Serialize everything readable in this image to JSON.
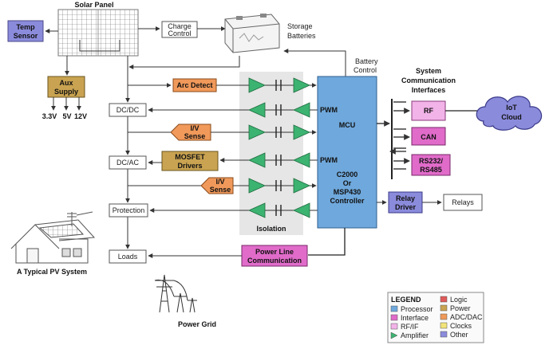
{
  "labels": {
    "solar_panel": "Solar Panel",
    "temp_sensor_1": "Temp",
    "temp_sensor_2": "Sensor",
    "charge_control_1": "Charge",
    "charge_control_2": "Control",
    "storage_1": "Storage",
    "storage_2": "Batteries",
    "battery_control_1": "Battery",
    "battery_control_2": "Control",
    "aux_1": "Aux",
    "aux_2": "Supply",
    "v1": "3.3V",
    "v2": "5V",
    "v3": "12V",
    "arc_detect": "Arc Detect",
    "dcdc": "DC/DC",
    "dcac": "DC/AC",
    "protection": "Protection",
    "loads": "Loads",
    "iv1_1": "I/V",
    "iv1_2": "Sense",
    "iv2_1": "I/V",
    "iv2_2": "Sense",
    "mosfet_1": "MOSFET",
    "mosfet_2": "Drivers",
    "isolation": "Isolation",
    "pwm_1": "PWM",
    "pwm_2": "PWM",
    "mcu": "MCU",
    "mcu_c1": "C2000",
    "mcu_c2": "Or",
    "mcu_c3": "MSP430",
    "mcu_c4": "Controller",
    "sys_1": "System",
    "sys_2": "Communication",
    "sys_3": "Interfaces",
    "rf": "RF",
    "can": "CAN",
    "rs_1": "RS232/",
    "rs_2": "RS485",
    "iot_1": "IoT",
    "iot_2": "Cloud",
    "relay_driver_1": "Relay",
    "relay_driver_2": "Driver",
    "relays": "Relays",
    "plc_1": "Power Line",
    "plc_2": "Communication",
    "pv_system": "A Typical PV System",
    "power_grid": "Power Grid"
  },
  "legend": {
    "title": "LEGEND",
    "items": [
      {
        "label": "Processor",
        "color": "#6fa8dc",
        "shape": "square"
      },
      {
        "label": "Interface",
        "color": "#e06bc9",
        "shape": "square"
      },
      {
        "label": "RF/IF",
        "color": "#f2b3e8",
        "shape": "square"
      },
      {
        "label": "Amplifier",
        "color": "#3cb371",
        "shape": "triangle"
      },
      {
        "label": "Logic",
        "color": "#e05a5a",
        "shape": "square"
      },
      {
        "label": "Power",
        "color": "#c9a351",
        "shape": "square"
      },
      {
        "label": "ADC/DAC",
        "color": "#f0995a",
        "shape": "square"
      },
      {
        "label": "Clocks",
        "color": "#f2e47a",
        "shape": "square"
      },
      {
        "label": "Other",
        "color": "#8b8bdc",
        "shape": "square"
      }
    ]
  },
  "colors": {
    "processor": "#6fa8dc",
    "interface": "#e06bc9",
    "rf_if": "#f2b3e8",
    "amplifier": "#3cb371",
    "power": "#c9a351",
    "adc_dac": "#f0995a",
    "other": "#8b8bdc",
    "isolation_bg": "#e6e6e6"
  }
}
